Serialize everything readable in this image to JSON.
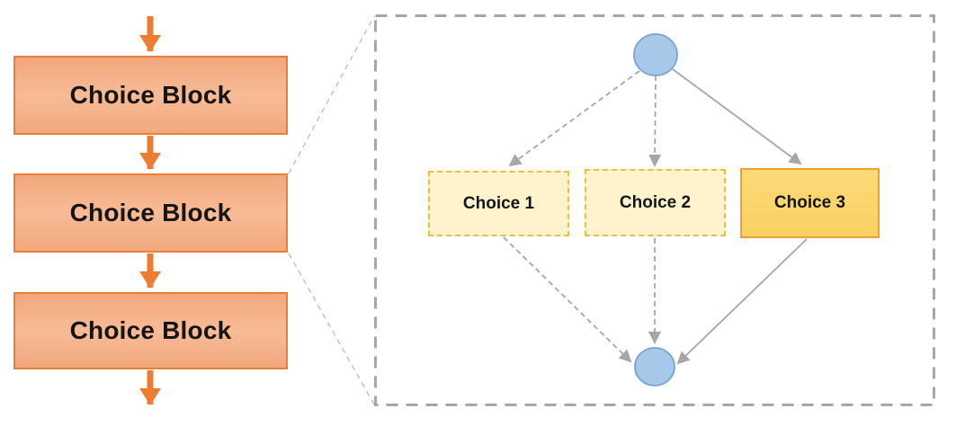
{
  "diagram": {
    "name": "choice-block-expansion-diagram",
    "flow": {
      "blocks": [
        {
          "label": "Choice Block"
        },
        {
          "label": "Choice Block"
        },
        {
          "label": "Choice Block"
        }
      ],
      "expanded_block_index": 1
    },
    "detail": {
      "entry_node": "entry-node",
      "exit_node": "exit-node",
      "choices": [
        {
          "label": "Choice 1",
          "border_style": "dashed"
        },
        {
          "label": "Choice 2",
          "border_style": "dashed"
        },
        {
          "label": "Choice 3",
          "border_style": "solid"
        }
      ],
      "edges": [
        {
          "from": "entry-node",
          "to": "Choice 1",
          "style": "dashed"
        },
        {
          "from": "entry-node",
          "to": "Choice 2",
          "style": "dashed"
        },
        {
          "from": "entry-node",
          "to": "Choice 3",
          "style": "solid"
        },
        {
          "from": "Choice 1",
          "to": "exit-node",
          "style": "dashed"
        },
        {
          "from": "Choice 2",
          "to": "exit-node",
          "style": "dashed"
        },
        {
          "from": "Choice 3",
          "to": "exit-node",
          "style": "solid"
        }
      ]
    },
    "colors": {
      "flow_block_fill": "#F4B183",
      "flow_block_border": "#ED7D31",
      "flow_arrow": "#ED7D31",
      "panel_dash_border": "#A6A6A6",
      "gray_connector": "#A6A6A6",
      "guide_line": "#BFBFBF",
      "node_fill": "#A8C8EA",
      "node_border": "#76A3D4",
      "choice_soft_fill": "#FFF2CC",
      "choice_soft_border": "#EDBF41",
      "choice_solid_fill": "#FAD061",
      "choice_solid_border": "#EDA12F",
      "text": "#151515"
    }
  }
}
